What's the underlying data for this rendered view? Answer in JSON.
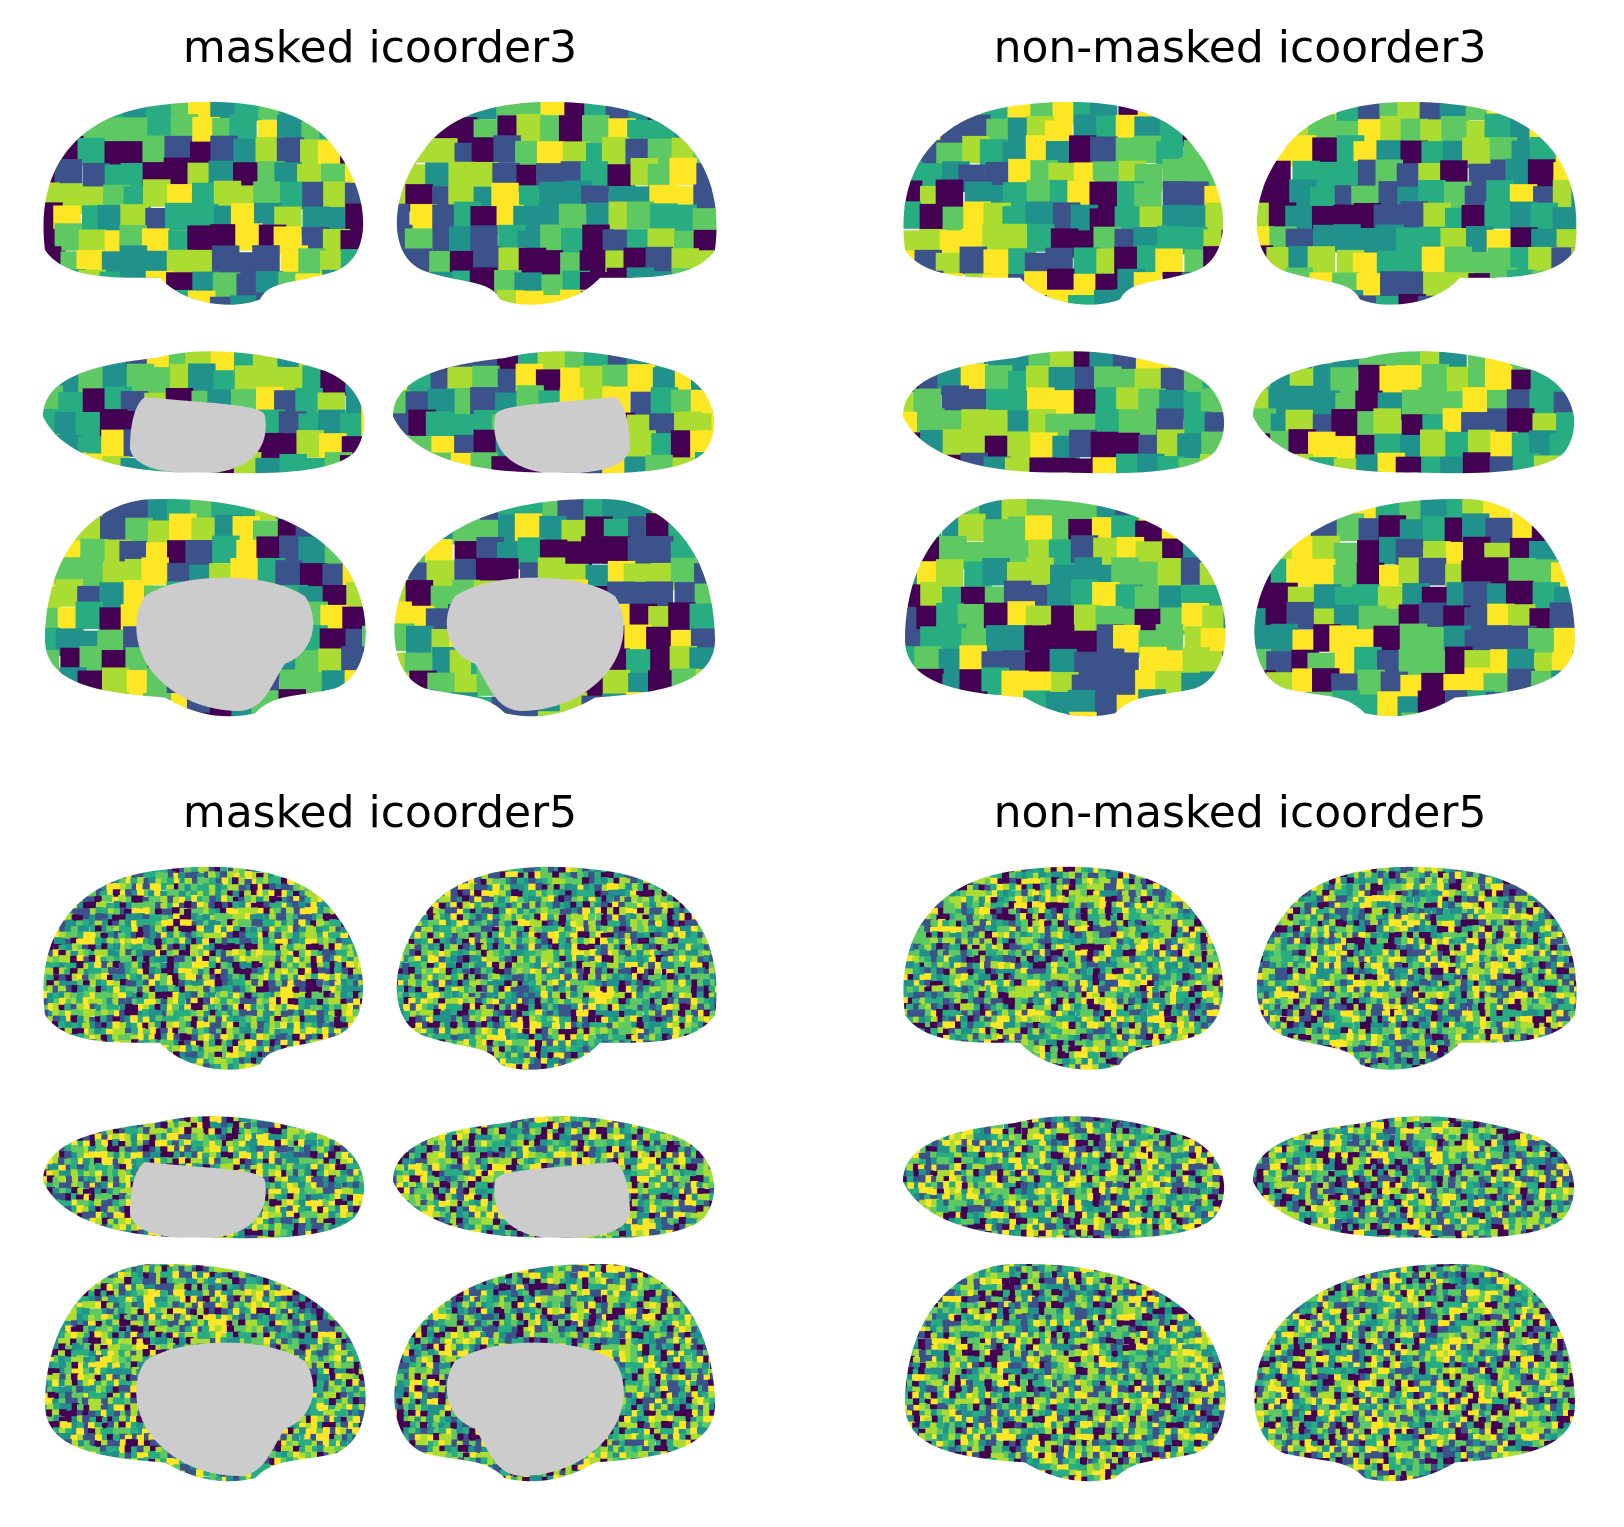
{
  "figure": {
    "panels": [
      {
        "title": "masked icoorder3",
        "masked": true,
        "resolution": "icoorder3"
      },
      {
        "title": "non-masked icoorder3",
        "masked": false,
        "resolution": "icoorder3"
      },
      {
        "title": "masked icoorder5",
        "masked": true,
        "resolution": "icoorder5"
      },
      {
        "title": "non-masked icoorder5",
        "masked": false,
        "resolution": "icoorder5"
      }
    ],
    "views": [
      "lateral-left",
      "lateral-right",
      "ventral-left",
      "ventral-right",
      "medial-left",
      "medial-right"
    ],
    "colormap": [
      "#440154",
      "#3b528b",
      "#21918c",
      "#27ad81",
      "#5ec962",
      "#aadc32",
      "#fde725"
    ],
    "mask_color": "#cccccc"
  }
}
